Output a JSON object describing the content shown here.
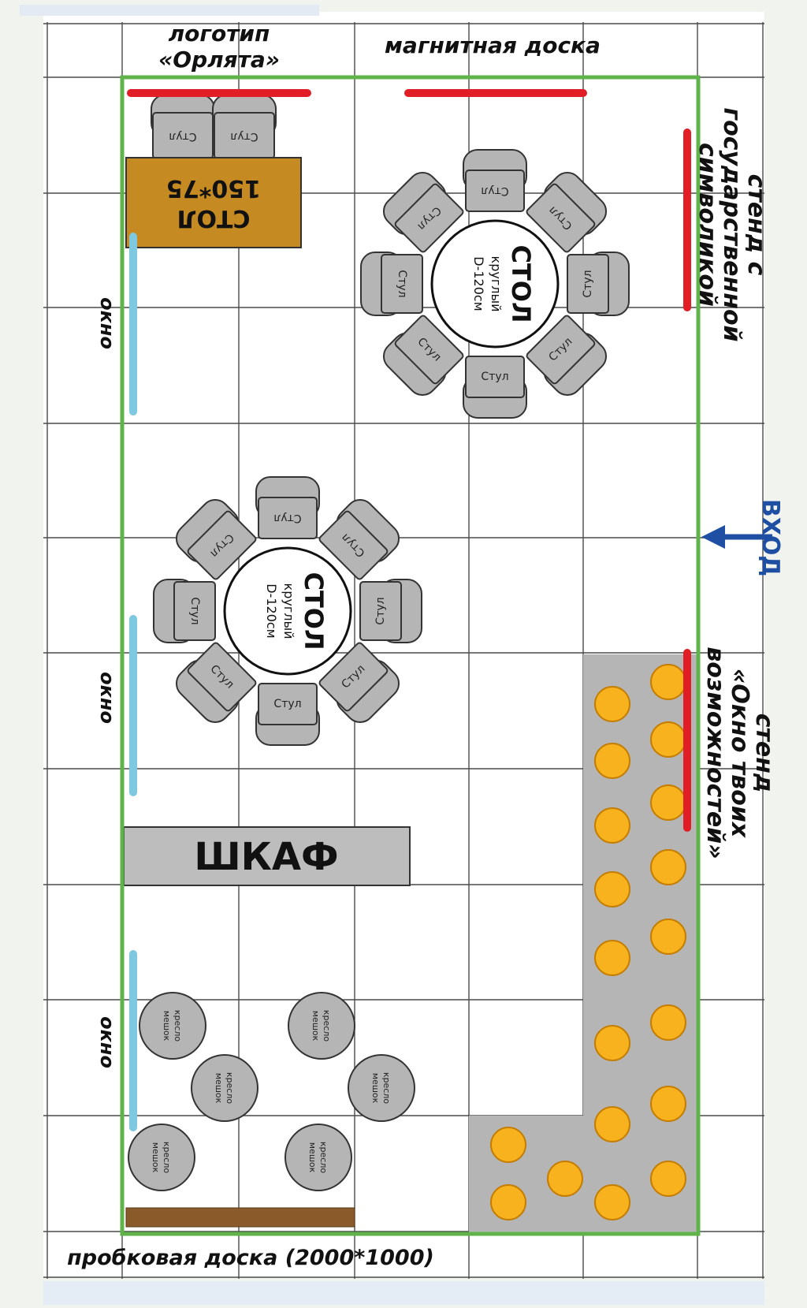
{
  "labels": {
    "logo_line1": "логотип",
    "logo_line2": "«Орлята»",
    "magnetic_board": "магнитная доска",
    "stand_symbols_line1": "стенд с",
    "stand_symbols_line2": "государственной",
    "stand_symbols_line3": "символикой",
    "entrance": "ВХОД",
    "stand_opportunities_line1": "стенд",
    "stand_opportunities_line2": "«Окно твоих",
    "stand_opportunities_line3": "возможностей»",
    "window": "окно",
    "cork_board": "пробковая доска (2000*1000)",
    "wardrobe": "ШКАФ",
    "rect_table_line1": "СТОЛ",
    "rect_table_line2": "150*75",
    "chair": "Стул",
    "round_table_title": "СТОЛ",
    "round_table_sub1": "круглый",
    "round_table_sub2": "D-120см",
    "beanbag_line1": "кресло",
    "beanbag_line2": "мешок"
  },
  "colors": {
    "wall": "#5fb34a",
    "stand": "#e11d25",
    "window": "#7ec8e0",
    "entrance": "#1f4fa3",
    "rect_table": "#c68a23",
    "cork_board": "#8b5a2b",
    "furniture_gray": "#b5b5b5",
    "seat_yellow": "#f7b21e",
    "grid": "#4a4a4a"
  },
  "icons": {
    "entrance_arrow": "arrow-left-icon"
  }
}
